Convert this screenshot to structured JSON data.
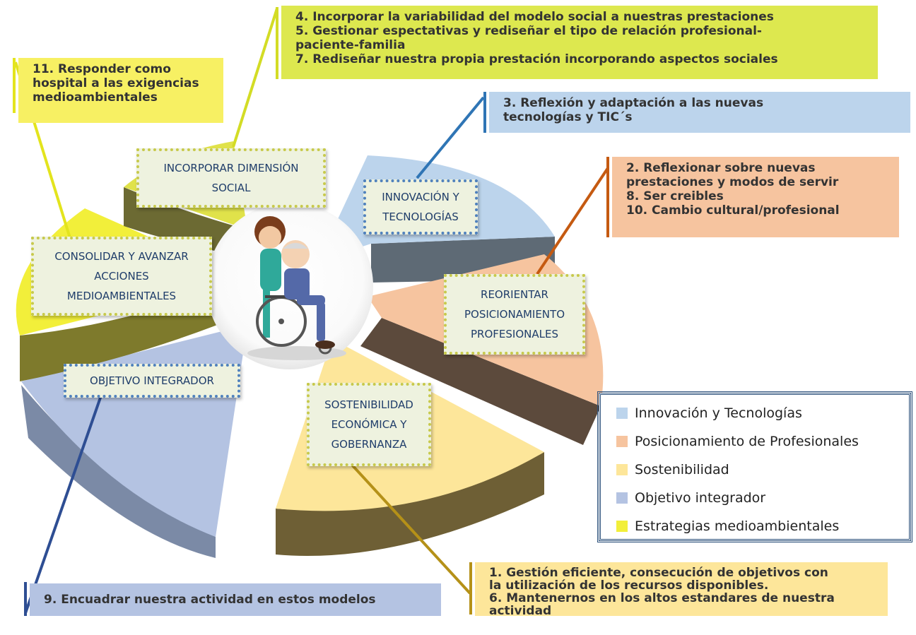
{
  "notes": {
    "n11": "11. Responder como\nhospital a las exigencias\nmedioambientales",
    "n_social": "4. Incorporar la variabilidad del modelo social a nuestras prestaciones\n5. Gestionar espectativas y rediseñar el tipo de relación profesional-\npaciente-familia\n7. Rediseñar nuestra propia prestación incorporando aspectos sociales",
    "n3": "3. Reflexión y adaptación a las nuevas\ntecnologías y TIC´s",
    "n_prof": "2. Reflexionar sobre nuevas\nprestaciones y modos de servir\n8. Ser creibles\n10. Cambio cultural/profesional",
    "n9": "9. Encuadrar nuestra actividad en estos modelos",
    "n_sost": "1. Gestión eficiente, consecución de objetivos con\nla utilización de los recursos disponibles.\n6. Mantenernos en los altos estandares de nuestra\nactividad"
  },
  "labels": {
    "social": "INCORPORAR DIMENSIÓN SOCIAL",
    "innov": "INNOVACIÓN Y TECNOLOGÍAS",
    "prof": "REORIENTAR POSICIONAMIENTO PROFESIONALES",
    "medio": "CONSOLIDAR Y AVANZAR ACCIONES MEDIOAMBIENTALES",
    "integ": "OBJETIVO INTEGRADOR",
    "sost": "SOSTENIBILIDAD ECONÓMICA Y GOBERNANZA"
  },
  "legend": [
    {
      "label": "Innovación y Tecnologías",
      "color": "#bcd4ec"
    },
    {
      "label": "Posicionamiento de Profesionales",
      "color": "#f6c49f"
    },
    {
      "label": "Sostenibilidad",
      "color": "#fde69a"
    },
    {
      "label": "Objetivo integrador",
      "color": "#b4c3e2"
    },
    {
      "label": "Estrategias medioambientales",
      "color": "#f2ef3a"
    }
  ],
  "colors": {
    "innov": "#bcd4ec",
    "prof": "#f6c49f",
    "sost": "#fde69a",
    "integ": "#b4c3e2",
    "medio": "#f2ef3a",
    "social": "#e0e24a"
  },
  "icons": {
    "center": "nurse-wheelchair-icon"
  }
}
